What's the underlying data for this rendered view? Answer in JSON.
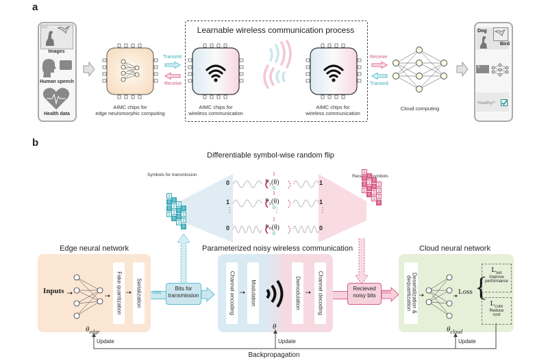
{
  "panel_a": {
    "label": "a",
    "inputs": {
      "images_label": "Images",
      "ecg_label": "ECG",
      "speech_label": "Human speech",
      "health_label": "Health data"
    },
    "edge_chip_caption_line1": "AIMC chips for",
    "edge_chip_caption_line2": "edge neuromorphic computing",
    "transmit_left": "Transmit",
    "receive_left": "Receive",
    "process_title": "Learnable wireless communication process",
    "wireless_chip_caption_line1": "AIMC chips for",
    "wireless_chip_caption_line2": "wireless communication",
    "wireless_chip2_caption_line1": "AIMC chips for",
    "wireless_chip2_caption_line2": "wireless communication",
    "receive_right": "Receive",
    "transmit_right": "Transmit",
    "cloud_caption": "Cloud computing",
    "outputs": {
      "dog_label": "Dog",
      "bird_label": "Bird",
      "text_label": "A:",
      "healthy_label": "Healthy?"
    }
  },
  "panel_b": {
    "label": "b",
    "flip_title": "Differentiable symbol-wise random flip",
    "symbols_tx_label": "Symbols for transmission",
    "symbols_rx_label": "Received symbols",
    "flip_rows": [
      {
        "in": "0",
        "out": "1",
        "prob": "P₁(θ)",
        "top": "1",
        "bottom": "0"
      },
      {
        "in": "1",
        "out": "1",
        "prob": "P₂(θ)",
        "top": "1",
        "bottom": "0"
      },
      {
        "in": "0",
        "out": "0",
        "prob": "Pₙ(θ)",
        "top": "1",
        "bottom": "0"
      }
    ],
    "ellipsis": "⋮",
    "tx_stack_bits": [
      "1",
      "0",
      "0",
      "1",
      "1",
      "0",
      "0",
      "1"
    ],
    "rx_stack_bits": [
      "1",
      "0",
      "0",
      "1",
      "0",
      "0",
      "1",
      "1"
    ],
    "edge": {
      "title": "Edge neural network",
      "inputs_label": "Inputs",
      "fake_quant": "Fake quantization",
      "serialization": "Serialization",
      "theta": "θ",
      "theta_sub": "edge",
      "update": "Update"
    },
    "bits_tx": {
      "bits": "1001",
      "label_line1": "Bits for",
      "label_line2": "transmission"
    },
    "channel": {
      "title": "Parameterized noisy wireless communication",
      "channel_encoding": "Channel encoding",
      "modulation": "Modulation",
      "demodulation": "Demodulation",
      "channel_decoding": "Channel decoding",
      "theta": "θ",
      "update": "Update"
    },
    "bits_rx": {
      "bits": "0001",
      "label_line1": "Recieved",
      "label_line2": "noisy bits"
    },
    "cloud": {
      "title": "Cloud neural network",
      "deserial": "Deserialization &",
      "dequant": "dequantization",
      "loss_label": "Loss",
      "l_net": "L",
      "l_net_sub": "net",
      "l_net_desc1": "Improve",
      "l_net_desc2": "performance",
      "l_com": "L",
      "l_com_sub": "com",
      "l_com_desc1": "Reduce",
      "l_com_desc2": "cost",
      "theta": "θ",
      "theta_sub": "cloud",
      "update": "Update"
    },
    "backprop_label": "Backpropagation"
  },
  "colors": {
    "blue": "#5bc0cf",
    "blue_light": "#d6ebf3",
    "pink": "#e0608e",
    "pink_light": "#f7dbe3",
    "orange_bg": "#fbe6d3",
    "green_bg": "#e6efd8",
    "teal_dark": "#1e8fa3",
    "magenta": "#c2386b"
  }
}
